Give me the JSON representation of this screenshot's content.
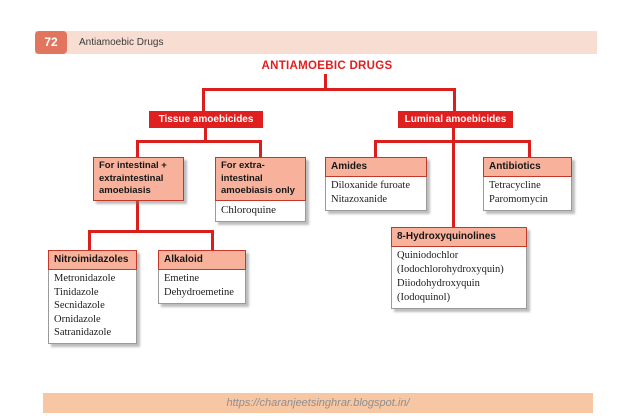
{
  "page": {
    "chapter_number": "72",
    "chapter_title": "Antiamoebic Drugs",
    "footer_url": "https://charanjeetsinghrar.blogspot.in/"
  },
  "diagram": {
    "title": "ANTIAMOEBIC DRUGS",
    "nodes": {
      "tissue": {
        "label": "Tissue amoebicides"
      },
      "luminal": {
        "label": "Luminal amoebicides"
      },
      "intestinal": {
        "header": "For intestinal +\nextraintestinal\namoebiasis"
      },
      "extra_intestinal": {
        "header": "For extra-\nintestinal\namoebiasis only",
        "drugs": [
          "Chloroquine"
        ]
      },
      "nitroimidazoles": {
        "header": "Nitroimidazoles",
        "drugs": [
          "Metronidazole",
          "Tinidazole",
          "Secnidazole",
          "Ornidazole",
          "Satranidazole"
        ]
      },
      "alkaloid": {
        "header": "Alkaloid",
        "drugs": [
          "Emetine",
          "Dehydroemetine"
        ]
      },
      "amides": {
        "header": "Amides",
        "drugs": [
          "Diloxanide furoate",
          "Nitazoxanide"
        ]
      },
      "antibiotics": {
        "header": "Antibiotics",
        "drugs": [
          "Tetracycline",
          "Paromomycin"
        ]
      },
      "hydroxyquinolines": {
        "header": "8-Hydroxyquinolines",
        "drugs": [
          "Quiniodochlor",
          "(Iodochlorohydroxyquin)",
          "Diiodohydroxyquin",
          "(Iodoquinol)"
        ]
      }
    }
  },
  "colors": {
    "line_red": "#db1f1c",
    "branch_box_red": "#e01f1f",
    "node_header_salmon": "#f8b29c",
    "chapter_bar_pink": "#f8ddd2",
    "chapter_badge_salmon": "#e2755e",
    "footer_peach": "#f7c6a3"
  }
}
